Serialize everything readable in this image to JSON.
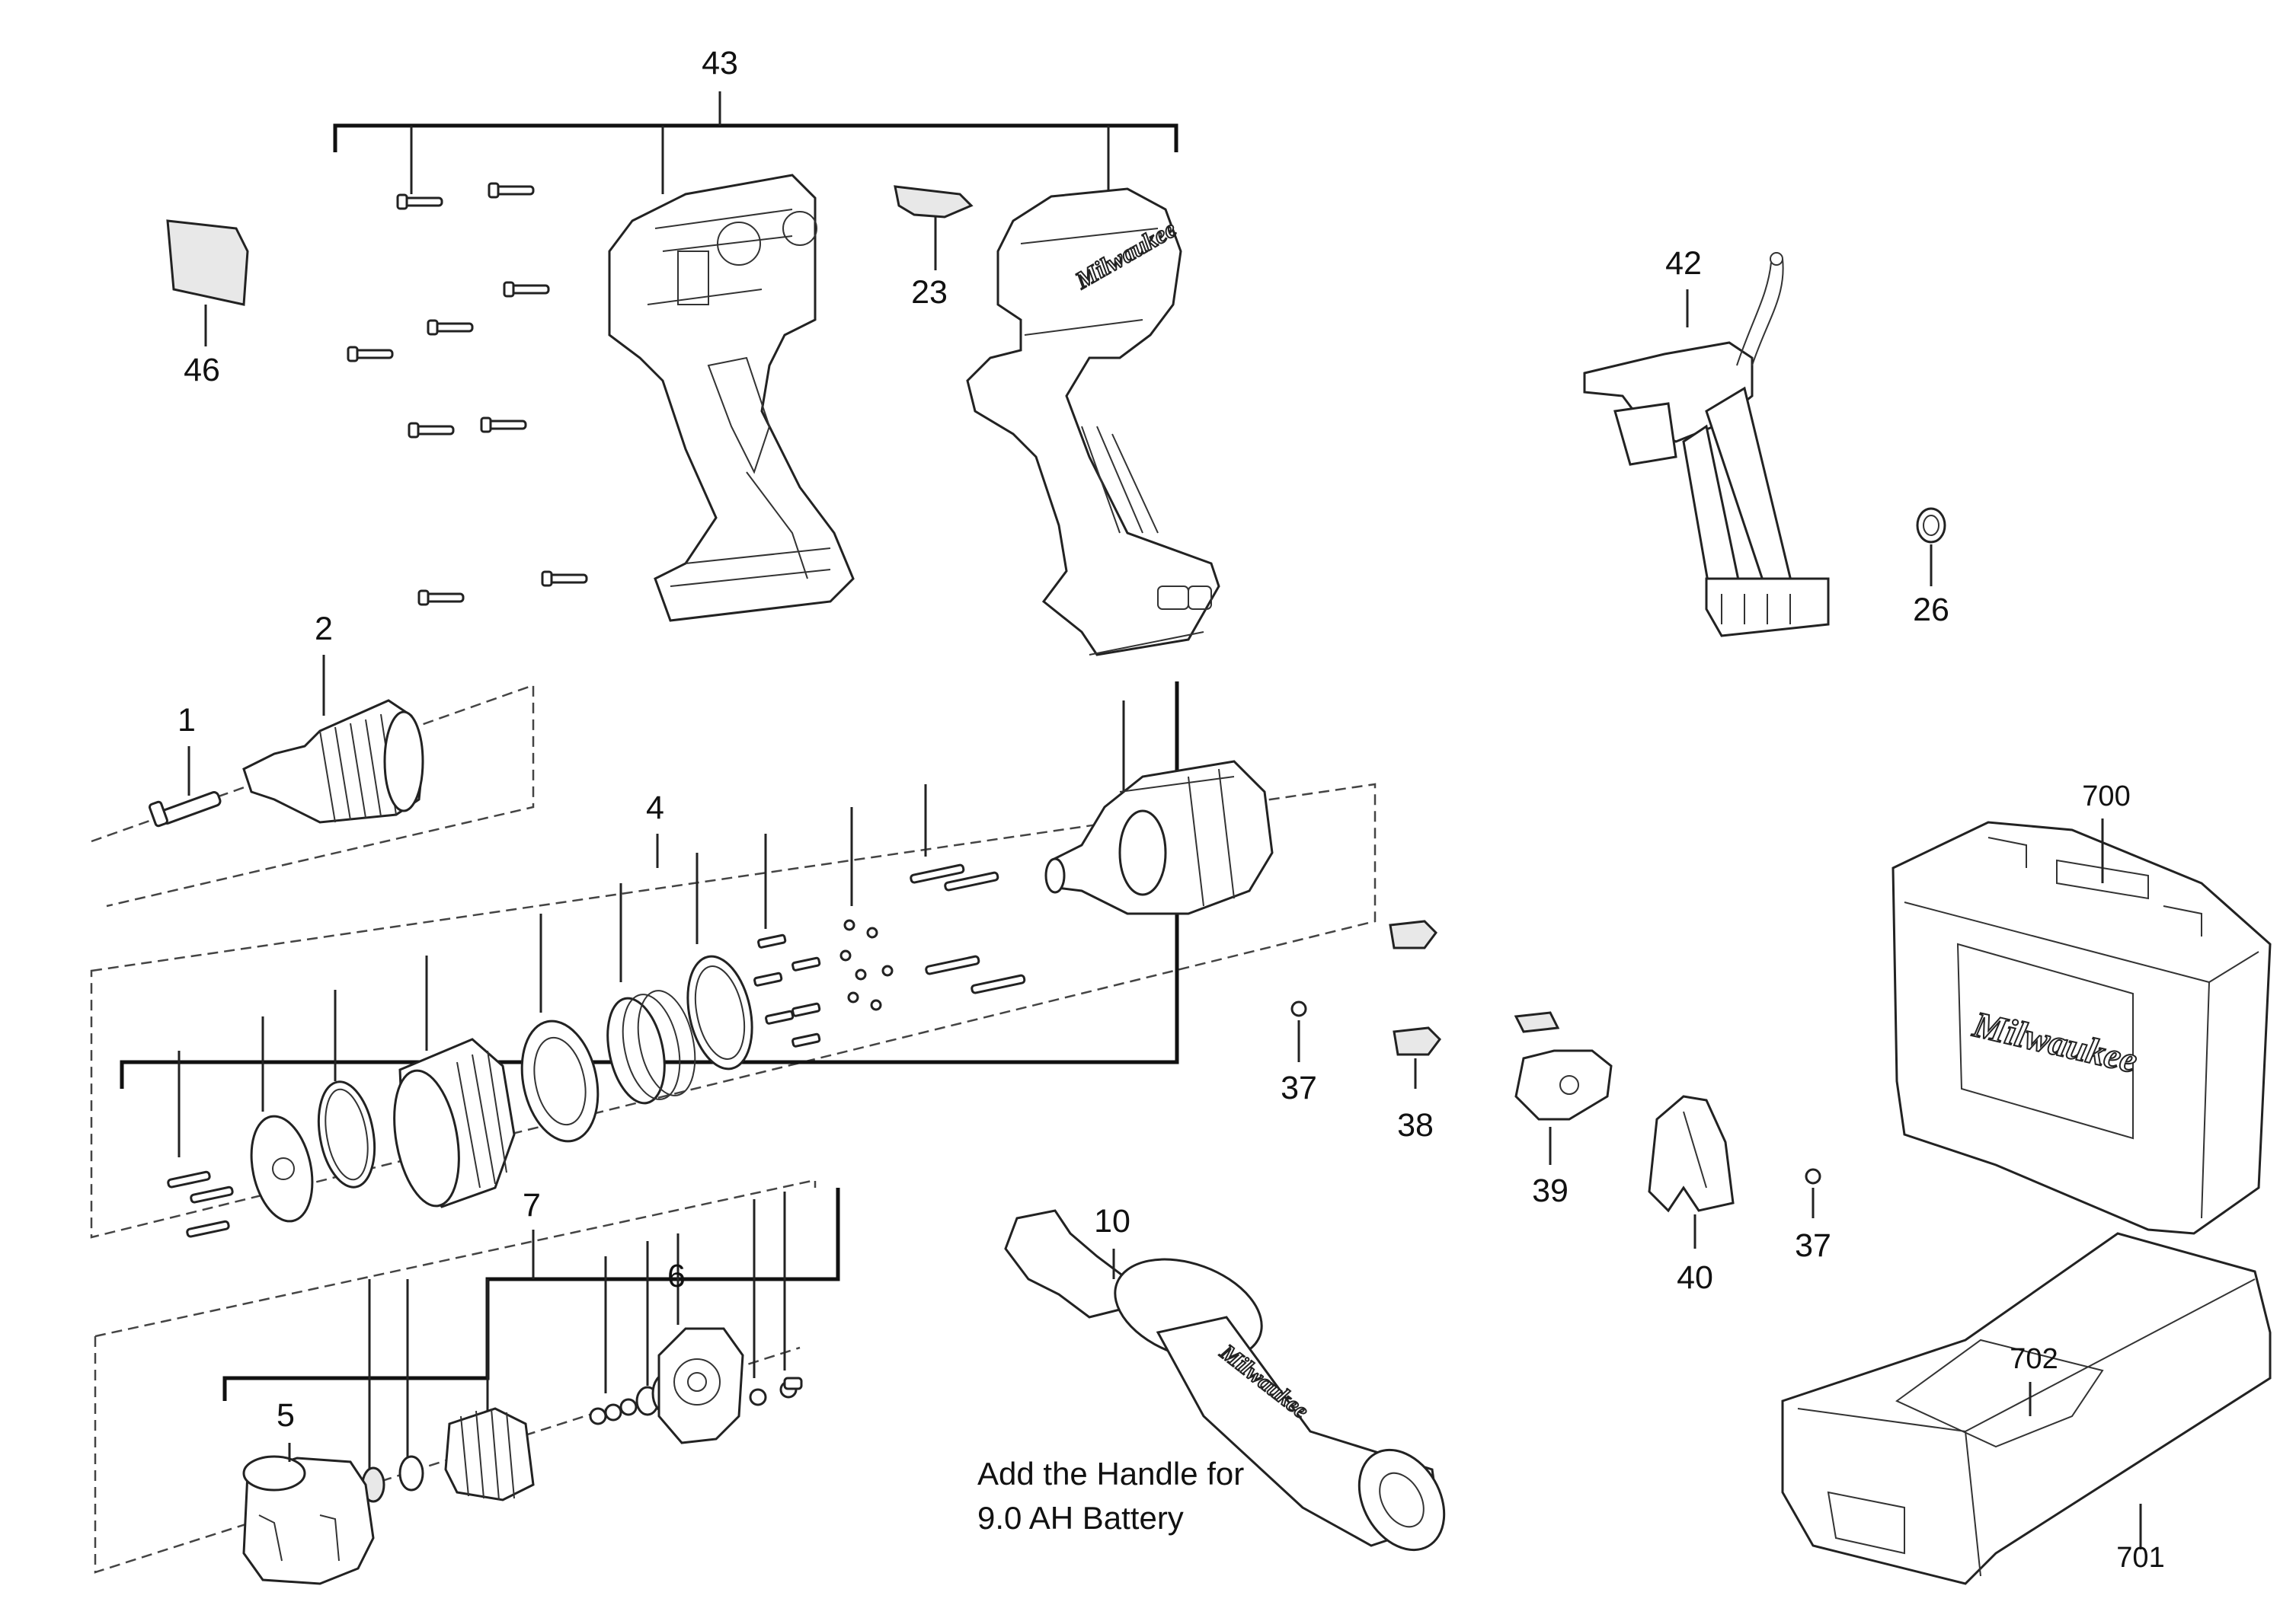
{
  "parts": {
    "p1": "1",
    "p2": "2",
    "p4": "4",
    "p5": "5",
    "p6": "6",
    "p7": "7",
    "p10": "10",
    "p23": "23",
    "p26": "26",
    "p37a": "37",
    "p37b": "37",
    "p38": "38",
    "p39": "39",
    "p40": "40",
    "p42": "42",
    "p43": "43",
    "p46": "46",
    "p700": "700",
    "p701": "701",
    "p702": "702"
  },
  "note": {
    "line1": "Add the Handle for",
    "line2": "9.0 AH Battery"
  },
  "brand": {
    "logo_text": "Milwaukee"
  }
}
